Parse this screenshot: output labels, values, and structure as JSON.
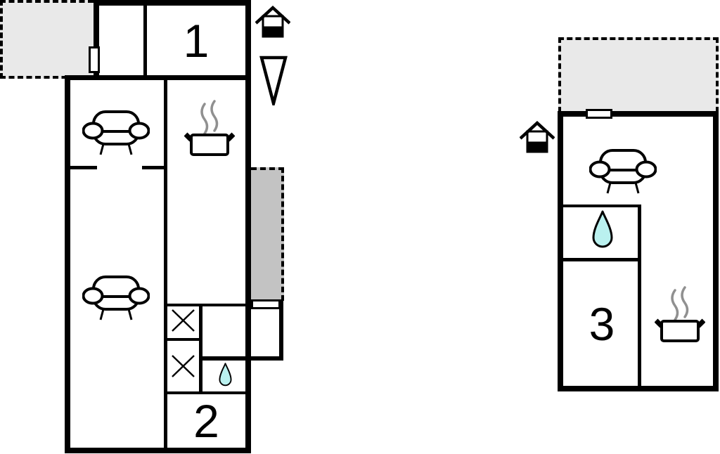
{
  "rooms": {
    "room1": {
      "label": "1"
    },
    "room2": {
      "label": "2"
    },
    "room3": {
      "label": "3"
    }
  },
  "colors": {
    "bg": "#ffffff",
    "wall": "#000000",
    "terrace": "#e9e9e9",
    "patio": "#c3c3c3",
    "drop": "#baf1ef",
    "steam": "#909090"
  },
  "icons": {
    "entrance": "house-entrance-icon",
    "arrow": "down-arrow-icon",
    "sofa": "sofa-icon",
    "stove": "cooking-pot-icon",
    "steam": "steam-icon",
    "water": "water-drop-icon",
    "fixture": "cross-box-icon",
    "door": "door-marker"
  }
}
